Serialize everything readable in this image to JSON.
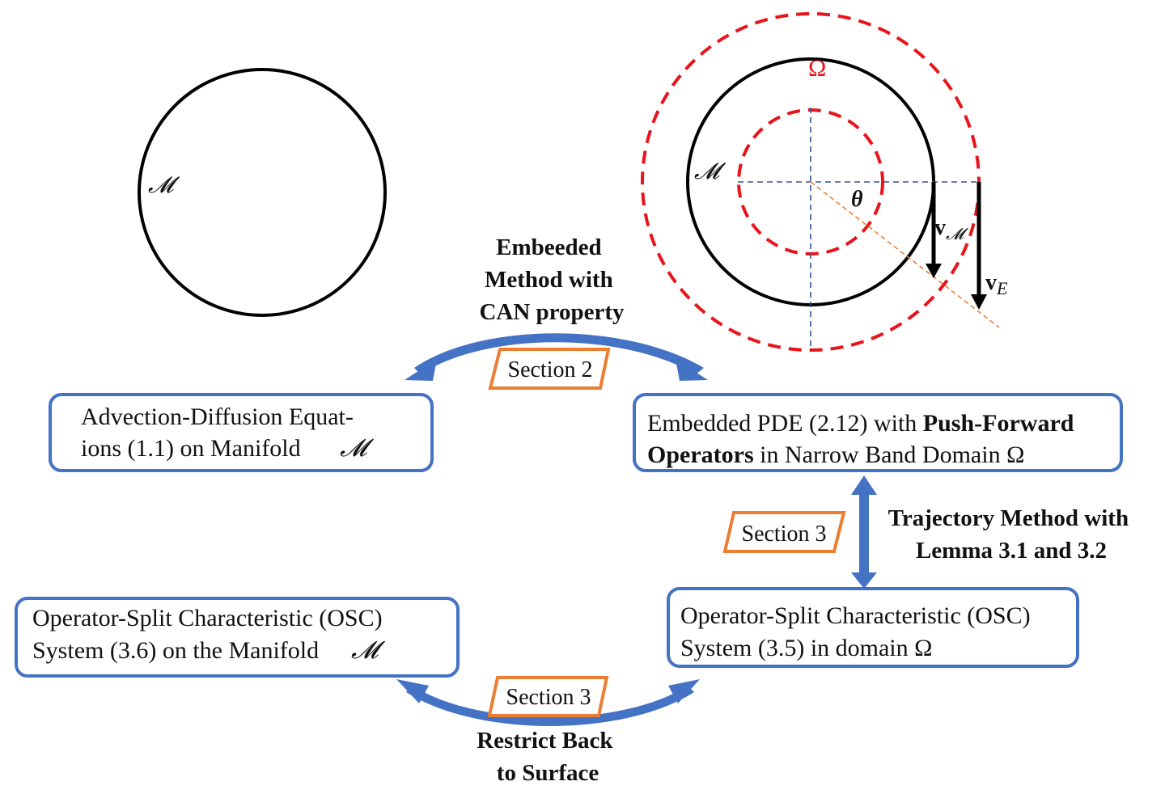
{
  "left_figure": {
    "manifold_label": "𝓜"
  },
  "right_figure": {
    "omega_label": "Ω",
    "manifold_label": "𝓜",
    "theta_label": "θ",
    "vM_base": "v",
    "vM_sub": "𝓜",
    "vE_base": "v",
    "vE_sub": "E"
  },
  "top_arrow": {
    "label_lines": [
      "Embeeded",
      "Method with",
      "CAN property"
    ],
    "section": "Section 2"
  },
  "right_arrow": {
    "label_lines": [
      "Trajectory Method with",
      "Lemma 3.1 and 3.2"
    ],
    "section": "Section 3"
  },
  "bottom_arrow": {
    "label_lines": [
      "Restrict Back",
      "to Surface"
    ],
    "section": "Section 3"
  },
  "boxes": {
    "advection": {
      "line1": "Advection-Diffusion Equat-",
      "line2": "ions (1.1) on Manifold",
      "line2_symbol": "𝓜"
    },
    "embedded": {
      "line1_normal": "Embedded PDE (2.12) with ",
      "line1_bold": "Push-Forward",
      "line2_bold": "Operators",
      "line2_normal": " in Narrow Band Domain Ω"
    },
    "osc_domain": {
      "line1": "Operator-Split Characteristic (OSC)",
      "line2": "System (3.5) in domain Ω"
    },
    "osc_manifold": {
      "line1": "Operator-Split Characteristic (OSC)",
      "line2": "System (3.6) on the Manifold",
      "line2_symbol": "𝓜"
    }
  },
  "colors": {
    "box_border": "#4472c4",
    "arrow_fill": "#4472c4",
    "section_border": "#ed7d31",
    "dashed_red": "#e8141b",
    "axis_blue": "#2f5597",
    "orange_line": "#ed7d31",
    "circle": "#000000"
  }
}
